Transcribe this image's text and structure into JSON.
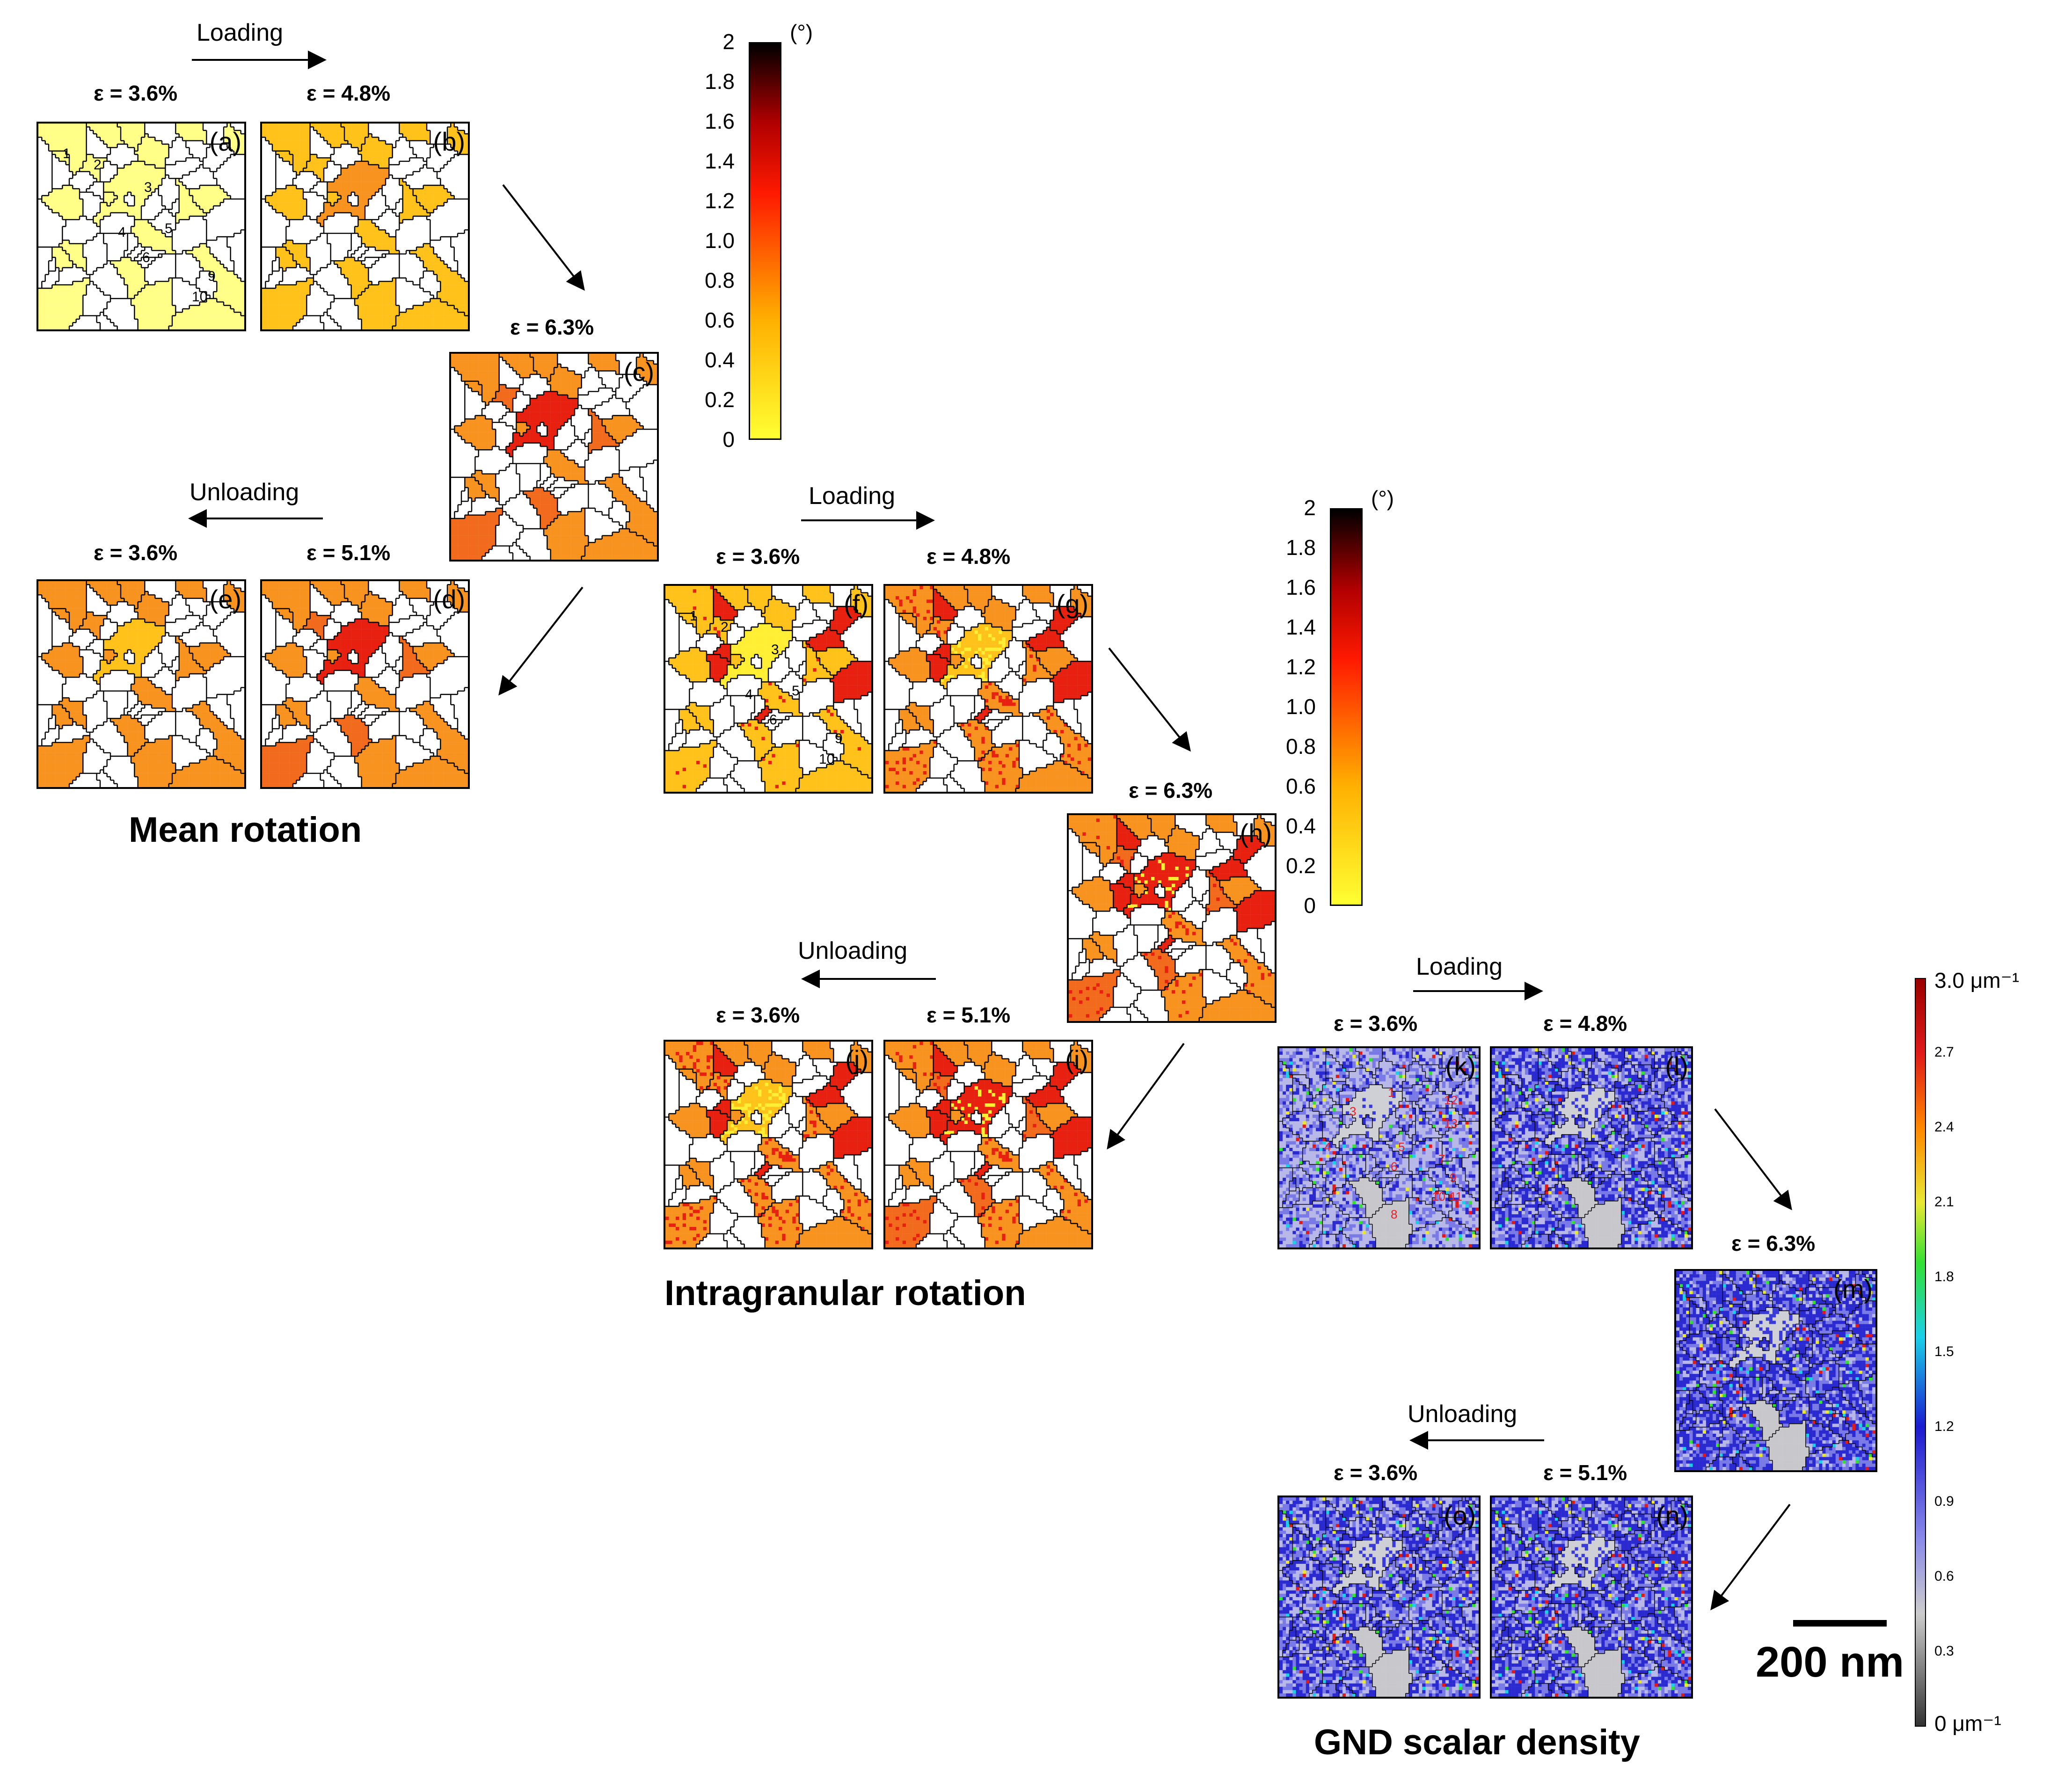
{
  "sections": {
    "mean": "Mean rotation",
    "intra": "Intragranular rotation",
    "gnd": "GND scalar density"
  },
  "directions": {
    "loading": "Loading",
    "unloading": "Unloading"
  },
  "strains": {
    "s36": "ε = 3.6%",
    "s48": "ε = 4.8%",
    "s63": "ε = 6.3%",
    "s51": "ε = 5.1%"
  },
  "panels": {
    "a": "(a)",
    "b": "(b)",
    "c": "(c)",
    "d": "(d)",
    "e": "(e)",
    "f": "(f)",
    "g": "(g)",
    "h": "(h)",
    "i": "(i)",
    "j": "(j)",
    "k": "(k)",
    "l": "(l)",
    "m": "(m)",
    "n": "(n)",
    "o": "(o)"
  },
  "grain_numbers": {
    "g1": "1",
    "g2": "2",
    "g3": "3",
    "g4": "4",
    "g5": "5",
    "g6": "6",
    "g7": "7",
    "g8": "8",
    "g9": "9",
    "g10": "10",
    "g11": "11",
    "g12": "12",
    "g13": "13"
  },
  "rotation_colorbar": {
    "unit": "(°)",
    "ticks": [
      "2",
      "1.8",
      "1.6",
      "1.4",
      "1.2",
      "1.0",
      "0.8",
      "0.6",
      "0.4",
      "0.2",
      "0"
    ],
    "range": [
      0,
      2
    ],
    "colors": [
      "#ffff33",
      "#ffb000",
      "#ff6a00",
      "#ff1a00",
      "#b00000",
      "#000000"
    ]
  },
  "gnd_colorbar": {
    "top_label": "3.0 μm⁻¹",
    "bottom_label": "0 μm⁻¹",
    "ticks": [
      "2.7",
      "2.4",
      "2.1",
      "1.8",
      "1.5",
      "1.2",
      "0.9",
      "0.6",
      "0.3"
    ],
    "range": [
      0,
      3.0
    ],
    "colors": [
      "#333333",
      "#cccccc",
      "#6a6ae8",
      "#1a1ad0",
      "#1ad0e8",
      "#33e033",
      "#e8e833",
      "#ff8800",
      "#e01a1a",
      "#9a0000"
    ]
  },
  "scale_bar": {
    "label": "200 nm"
  }
}
